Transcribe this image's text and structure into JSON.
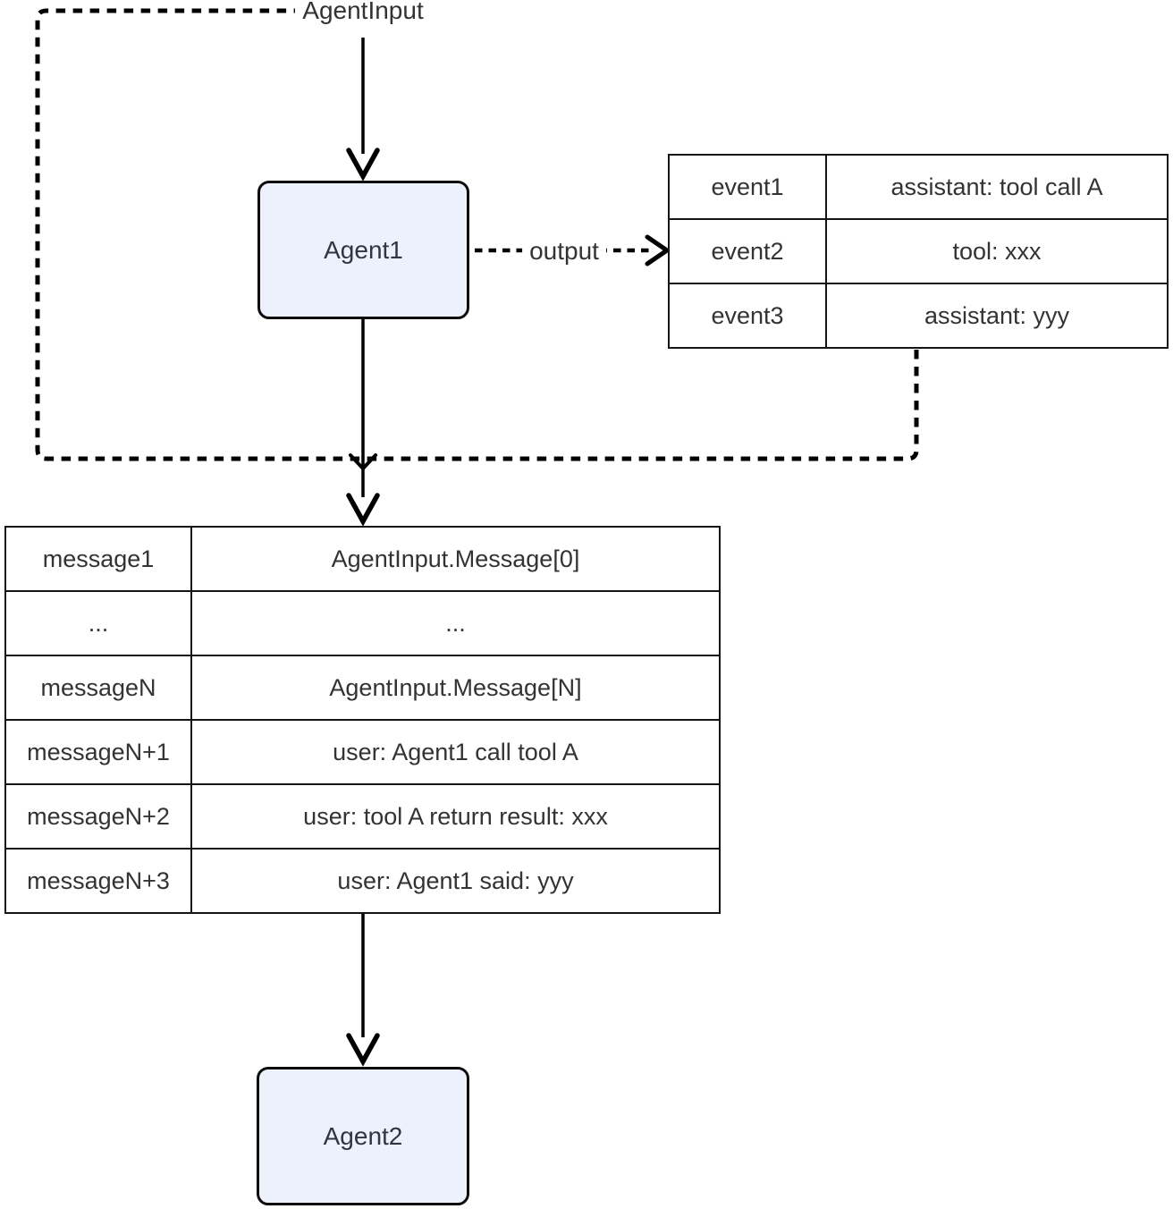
{
  "diagram": {
    "input_label": "AgentInput",
    "output_edge_label": "output",
    "nodes": {
      "agent1": "Agent1",
      "agent2": "Agent2"
    },
    "colors": {
      "node_fill": "#edf1fb",
      "node_border": "#0d0d0e",
      "line": "#000000",
      "text": "#333333",
      "table_border": "#151515"
    }
  },
  "event_table": {
    "rows": [
      {
        "key": "event1",
        "value": "assistant: tool call A"
      },
      {
        "key": "event2",
        "value": "tool: xxx"
      },
      {
        "key": "event3",
        "value": "assistant: yyy"
      }
    ]
  },
  "message_table": {
    "rows": [
      {
        "key": "message1",
        "value": "AgentInput.Message[0]"
      },
      {
        "key": "...",
        "value": "..."
      },
      {
        "key": "messageN",
        "value": "AgentInput.Message[N]"
      },
      {
        "key": "messageN+1",
        "value": "user: Agent1 call tool A"
      },
      {
        "key": "messageN+2",
        "value": "user: tool A return result: xxx"
      },
      {
        "key": "messageN+3",
        "value": "user: Agent1 said: yyy"
      }
    ]
  }
}
